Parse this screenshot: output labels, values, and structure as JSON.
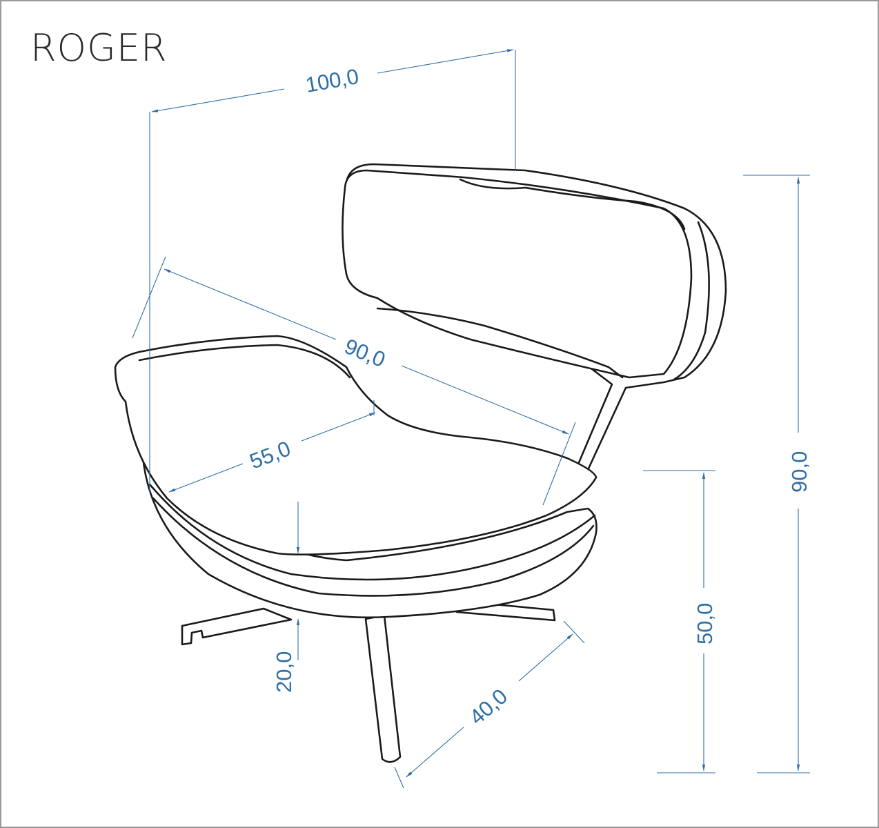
{
  "title": "ROGER",
  "colors": {
    "dimension": "#2e6ea6",
    "outline": "#1a1a1a"
  },
  "dimensions": {
    "width": "100,0",
    "height_total": "90,0",
    "seat_height": "50,0",
    "depth": "90,0",
    "seat_depth": "55,0",
    "seat_cushion": "20,0",
    "base": "40,0"
  }
}
